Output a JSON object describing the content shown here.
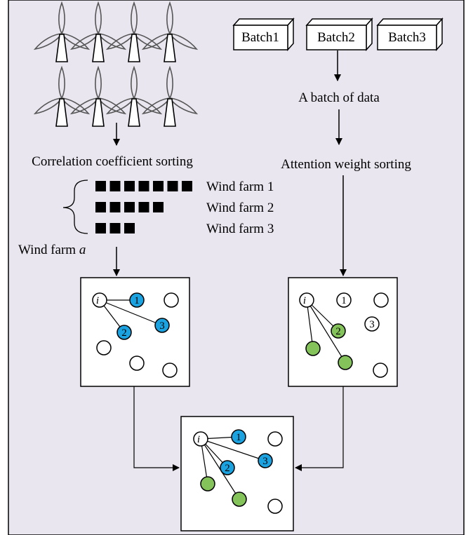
{
  "colors": {
    "background": "#e9e6ef",
    "blue_node": "#1aa3e0",
    "green_node": "#84c25a",
    "stroke": "#000000"
  },
  "batches": [
    "Batch1",
    "Batch2",
    "Batch3"
  ],
  "labels": {
    "batch_data": "A batch of data",
    "correlation_sorting": "Correlation coefficient sorting",
    "attention_sorting": "Attention weight sorting",
    "wind_farm_a_prefix": "Wind farm ",
    "wind_farm_a_var": "a"
  },
  "wind_farms": [
    {
      "label": "Wind farm 1",
      "blocks": 7
    },
    {
      "label": "Wind farm 2",
      "blocks": 5
    },
    {
      "label": "Wind farm 3",
      "blocks": 3
    }
  ],
  "graph_panels": {
    "left": {
      "center": "i",
      "nodes": [
        "1",
        "2",
        "3"
      ]
    },
    "right": {
      "center": "i",
      "nodes": [
        "1",
        "2",
        "3"
      ]
    },
    "bottom": {
      "center": "i",
      "nodes": [
        "1",
        "2",
        "3"
      ]
    }
  },
  "icons": {
    "turbine": "wind-turbine-icon",
    "arrow": "arrow-down-icon"
  }
}
